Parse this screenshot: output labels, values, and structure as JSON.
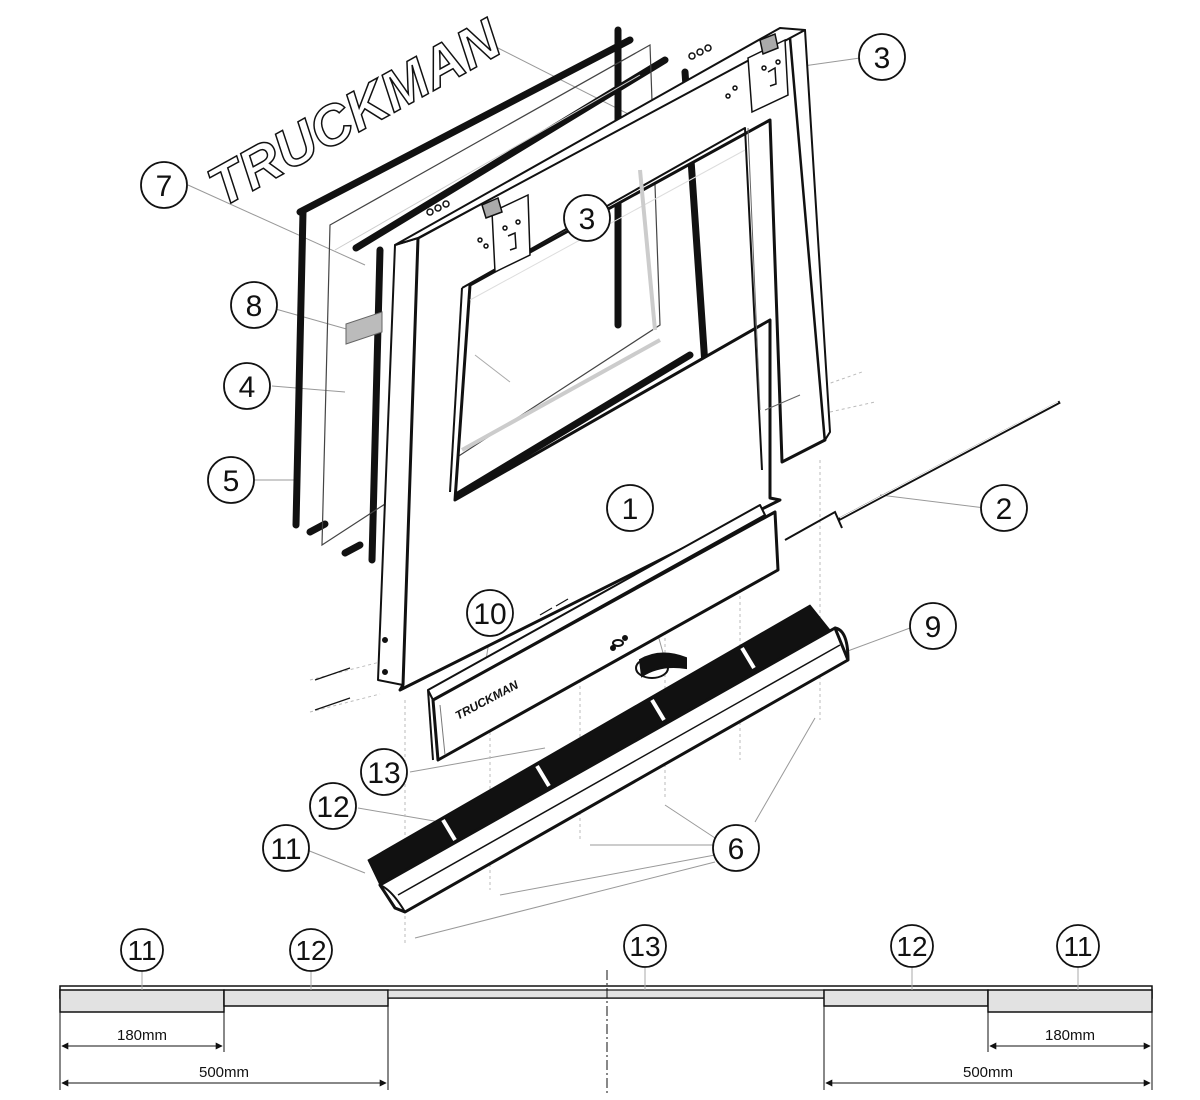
{
  "diagram": {
    "brand": "TRUCKMAN",
    "callouts": {
      "c1": "1",
      "c2": "2",
      "c3a": "3",
      "c3b": "3",
      "c4": "4",
      "c5": "5",
      "c6": "6",
      "c7": "7",
      "c8": "8",
      "c9": "9",
      "c10": "10",
      "c11": "11",
      "c12": "12",
      "c13": "13"
    },
    "layout_callouts": {
      "left_11": "11",
      "left_12": "12",
      "center_13": "13",
      "right_12": "12",
      "right_11": "11"
    },
    "dimensions": {
      "left_180": "180mm",
      "left_500": "500mm",
      "right_180": "180mm",
      "right_500": "500mm"
    }
  }
}
